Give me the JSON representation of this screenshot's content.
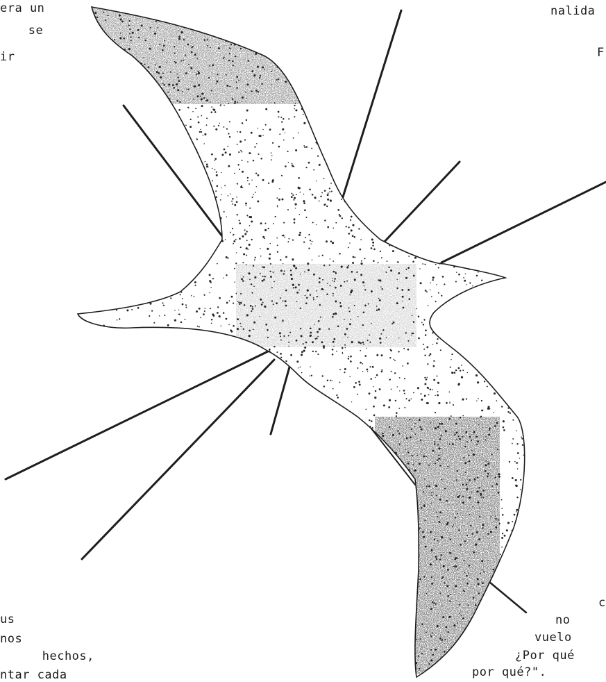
{
  "text_fragments": {
    "top_left": [
      "era un",
      " se",
      "ir"
    ],
    "top_right": [
      "nalida",
      "F"
    ],
    "bottom_left": [
      "us",
      "nos",
      " hechos,",
      "ntar cada"
    ],
    "bottom_right": [
      "c",
      "no",
      "vuelo",
      "¿Por qué",
      "por qué?\"."
    ]
  },
  "colors": {
    "ink": "#1e1e1e",
    "stipple": "#2a2a2a",
    "paper": "#ffffff"
  }
}
